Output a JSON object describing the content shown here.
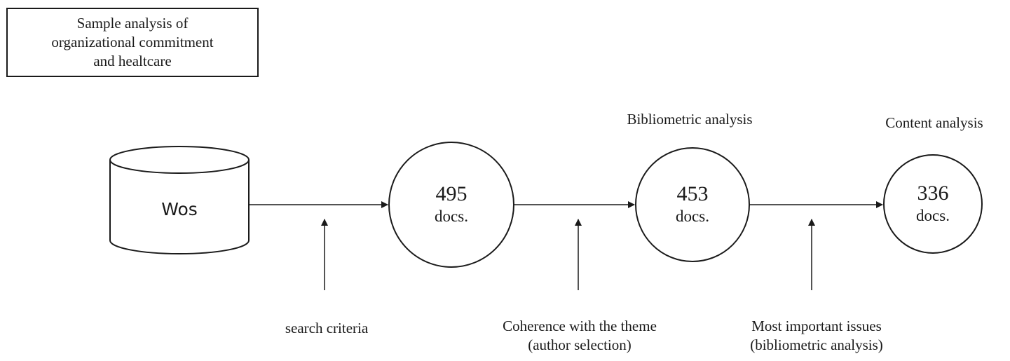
{
  "title": {
    "lines": [
      "Sample analysis of",
      "organizational commitment",
      "and healtcare"
    ]
  },
  "source": {
    "label": "Wos"
  },
  "nodes": [
    {
      "count": "495",
      "unit": "docs."
    },
    {
      "count": "453",
      "unit": "docs.",
      "stage_label": "Bibliometric analysis"
    },
    {
      "count": "336",
      "unit": "docs.",
      "stage_label": "Content analysis"
    }
  ],
  "steps": [
    {
      "lines": [
        "search criteria"
      ]
    },
    {
      "lines": [
        "Coherence with the theme",
        "(author selection)"
      ]
    },
    {
      "lines": [
        "Most important issues",
        "(bibliometric analysis)"
      ]
    }
  ],
  "colors": {
    "stroke": "#1a1a1a",
    "background": "#ffffff"
  }
}
